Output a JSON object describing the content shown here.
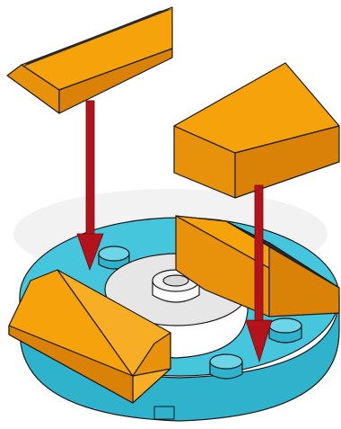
{
  "scene": {
    "description_label": "",
    "parts": {
      "base_plate": {
        "shape": "round-plate-4x4",
        "color": "#45c6dc"
      },
      "center_plate": {
        "shape": "round-plate-2x2",
        "color": "#e8e8e8"
      },
      "slopes": [
        {
          "name": "slope-top-left",
          "color": "#f5a20b"
        },
        {
          "name": "slope-top-right",
          "color": "#f5a20b"
        },
        {
          "name": "slope-back-right",
          "color": "#f5a20b"
        },
        {
          "name": "slope-front-left",
          "color": "#f5a20b"
        }
      ],
      "arrows": [
        {
          "name": "arrow-left",
          "color": "#b3131a",
          "direction": "down"
        },
        {
          "name": "arrow-right",
          "color": "#b3131a",
          "direction": "down"
        }
      ]
    }
  }
}
